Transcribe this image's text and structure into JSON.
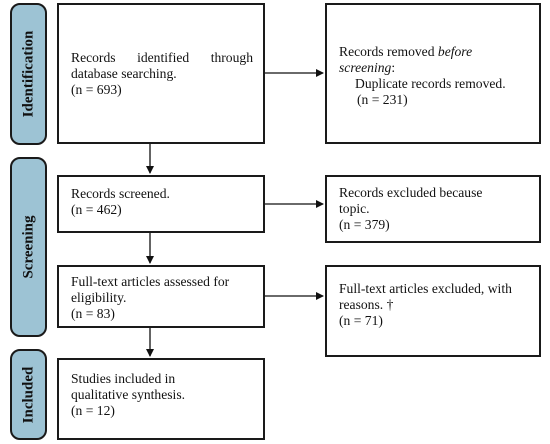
{
  "stages": {
    "identification": "Identification",
    "screening": "Screening",
    "included": "Included"
  },
  "identified": {
    "line1_left": "Records",
    "line1_mid": "identified",
    "line1_right": "through",
    "line2": "database searching.",
    "count": "(n = 693)"
  },
  "removed": {
    "line1": "Records removed ",
    "line1_em": "before",
    "line2_em": "screening",
    "line2_tail": ":",
    "line3": "Duplicate records removed.",
    "count": "(n = 231)"
  },
  "screened": {
    "line1": "Records screened.",
    "count": "(n = 462)"
  },
  "excluded": {
    "line1": "Records excluded because",
    "line2": "topic.",
    "count": "(n = 379)"
  },
  "fulltext": {
    "line1": "Full-text articles assessed for",
    "line2": "eligibility.",
    "count": "(n = 83)"
  },
  "fulltext_excluded": {
    "line1": "Full-text articles excluded, with",
    "line2": "reasons. †",
    "count": "(n = 71)"
  },
  "included": {
    "line1": "Studies included in",
    "line2": "qualitative synthesis.",
    "count": "(n = 12)"
  }
}
